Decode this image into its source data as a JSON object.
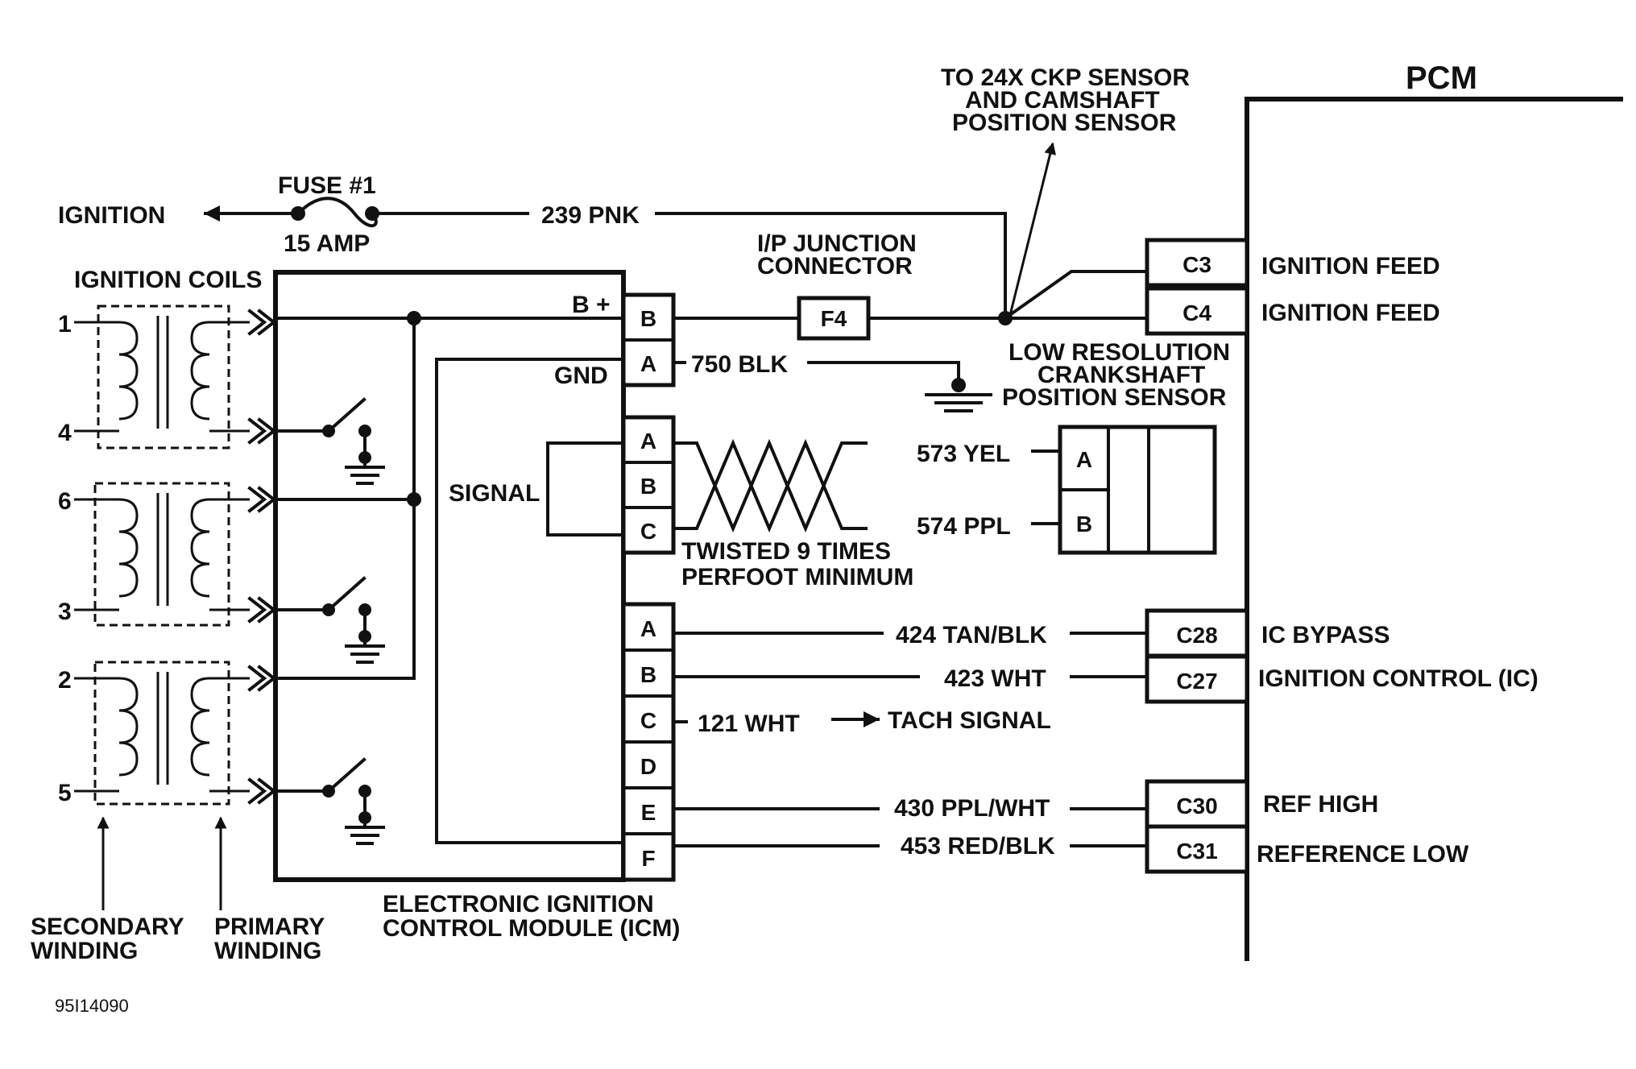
{
  "labels": {
    "pcm": "PCM",
    "ckp_sensor": [
      "TO 24X CKP SENSOR",
      "AND CAMSHAFT",
      "POSITION SENSOR"
    ],
    "fuse": "FUSE #1",
    "fuse_amp": "15  AMP",
    "ignition": "IGNITION",
    "wire_239": "239 PNK",
    "ip_junction": [
      "I/P JUNCTION",
      "CONNECTOR"
    ],
    "ip_pin": "F4",
    "ignition_coils": "IGNITION COILS",
    "bplus": "B +",
    "gnd": "GND",
    "signal": "SIGNAL",
    "wire_750": "750  BLK",
    "low_res_sensor": [
      "LOW RESOLUTION",
      "CRANKSHAFT",
      "POSITION SENSOR"
    ],
    "twisted": [
      "TWISTED 9 TIMES",
      "PERFOOT MINIMUM"
    ],
    "icm": [
      "ELECTRONIC IGNITION",
      "CONTROL MODULE (ICM)"
    ],
    "secondary": [
      "SECONDARY",
      "WINDING"
    ],
    "primary": [
      "PRIMARY",
      "WINDING"
    ],
    "figure_id": "95I14090",
    "tach_signal": "TACH SIGNAL"
  },
  "coil_numbers": [
    "1",
    "4",
    "6",
    "3",
    "2",
    "5"
  ],
  "icm_pins": {
    "power": [
      "B",
      "A"
    ],
    "sensor": [
      "A",
      "B",
      "C"
    ],
    "control": [
      "A",
      "B",
      "C",
      "D",
      "E",
      "F"
    ]
  },
  "sensor_pins": [
    "A",
    "B"
  ],
  "sensor_wires": [
    "573 YEL",
    "574 PPL"
  ],
  "control_wires": [
    "424 TAN/BLK",
    "423 WHT",
    "121 WHT",
    "",
    "430 PPL/WHT",
    "453 RED/BLK"
  ],
  "pcm_pins": [
    {
      "pin": "C3",
      "label": "IGNITION FEED"
    },
    {
      "pin": "C4",
      "label": "IGNITION FEED"
    },
    {
      "pin": "C28",
      "label": "IC BYPASS"
    },
    {
      "pin": "C27",
      "label": "IGNITION CONTROL (IC)"
    },
    {
      "pin": "C30",
      "label": "REF HIGH"
    },
    {
      "pin": "C31",
      "label": "REFERENCE LOW"
    }
  ]
}
